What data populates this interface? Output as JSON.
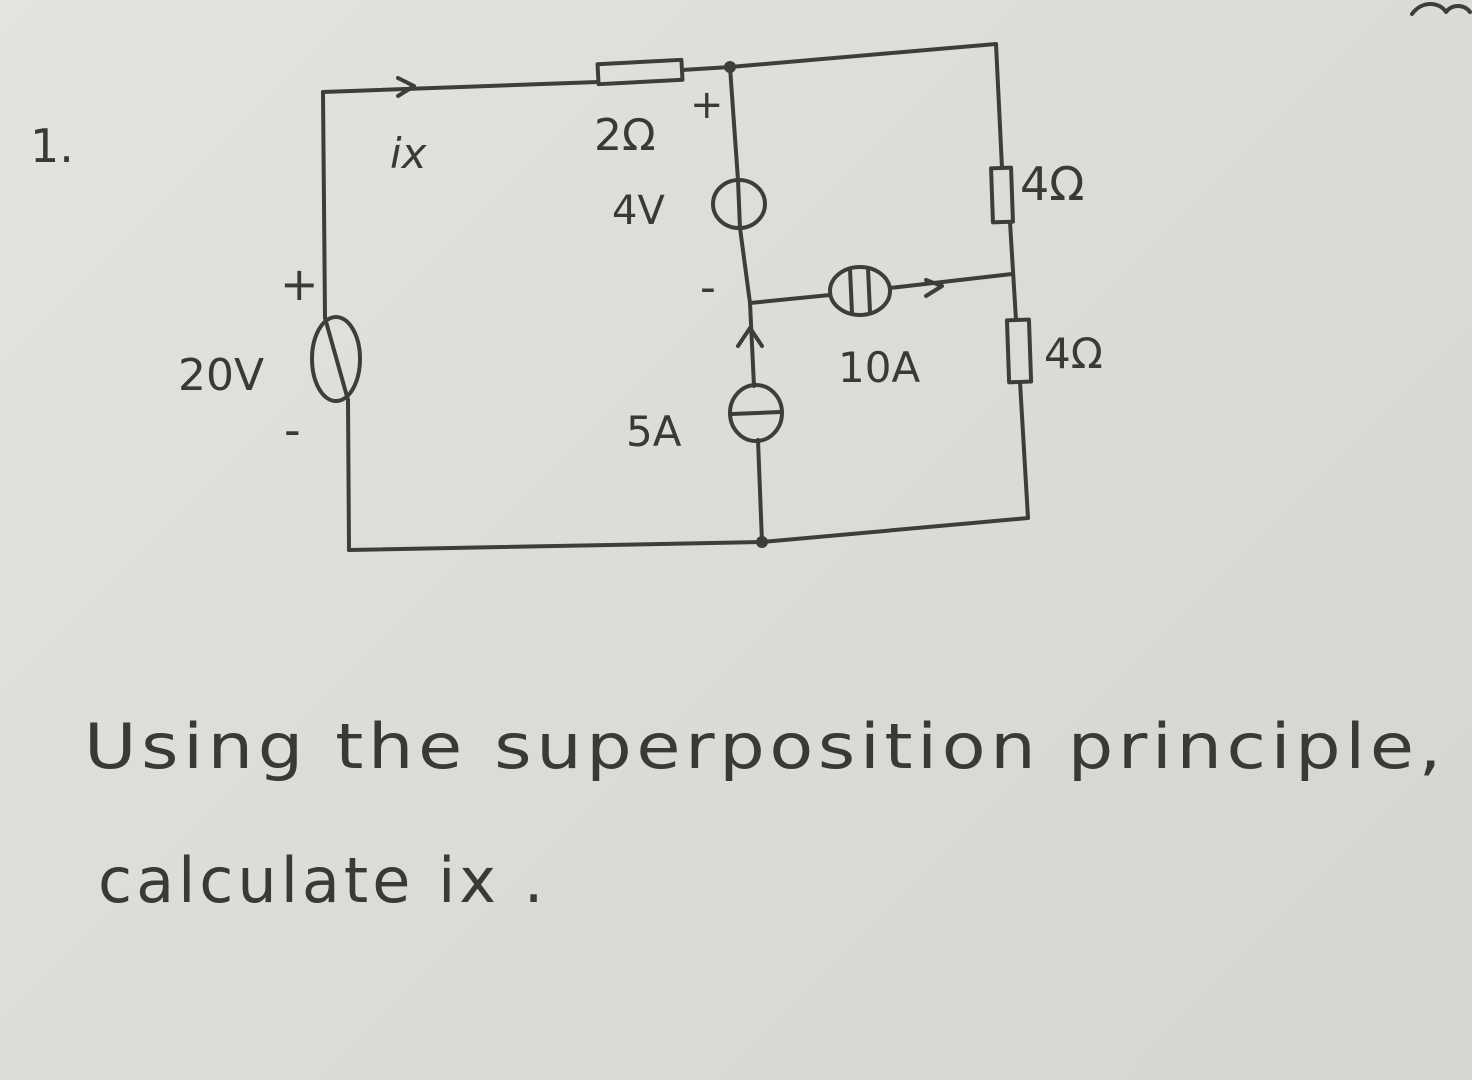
{
  "problem": {
    "number": "1.",
    "question_line1": "Using the superposition principle,",
    "question_line2": "calculate ix ."
  },
  "circuit": {
    "labels": {
      "current_ix": "ix",
      "resistor_top": "2Ω",
      "resistor_top_plus": "+",
      "vsrc_middle": "4V",
      "vsrc_middle_minus": "-",
      "resistor_right_upper": "4Ω",
      "resistor_right_lower": "4Ω",
      "vsrc_left": "20V",
      "vsrc_left_plus": "+",
      "vsrc_left_minus": "-",
      "isrc_horizontal": "10A",
      "isrc_vertical": "5A"
    }
  }
}
